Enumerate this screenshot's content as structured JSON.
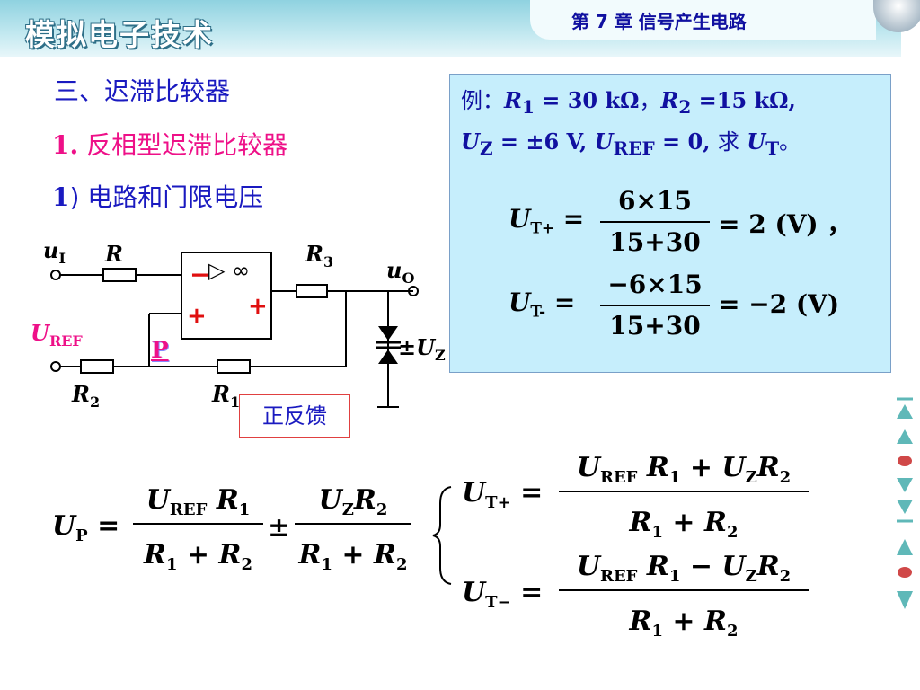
{
  "header": {
    "course_logo": "模拟电子技术",
    "chapter": "第 7 章    信号产生电路"
  },
  "headings": {
    "section": "三、迟滞比较器",
    "sub_num": "1.",
    "sub_text": " 反相型迟滞比较器",
    "item_num": "1",
    "item_text": ") 电路和门限电压"
  },
  "example": {
    "line1": "例：R1 = 30 kΩ，R2 =15 kΩ,",
    "line2": "UZ = ±6 V, UREF = 0,  求 UT。",
    "eq_ut_plus": {
      "lhs": "UT+",
      "num": "6×15",
      "den": "15+30",
      "result": "= 2 (V) ，"
    },
    "eq_ut_minus": {
      "lhs": "UT-",
      "num": "−6×15",
      "den": "15+30",
      "result": "= −2 (V)"
    }
  },
  "circuit": {
    "input_label": "uI",
    "input_resistor": "R",
    "output_label": "uO",
    "feedback_resistor": "R3",
    "ref_label": "UREF",
    "node_label": "P",
    "resistor_r2": "R2",
    "resistor_r1": "R1",
    "zener_label": "±UZ",
    "opamp_minus": "−",
    "opamp_plus": "+",
    "opamp_symbol": "▷ ∞",
    "feedback_note": "正反馈"
  },
  "formulas": {
    "up": {
      "lhs": "UP",
      "t1_num": "UREF R1",
      "t1_den": "R1 + R2",
      "op": "±",
      "t2_num": "UZ R2",
      "t2_den": "R1 + R2"
    },
    "ut_plus": {
      "lhs": "UT+",
      "num": "UREF R1 + UZ R2",
      "den": "R1 + R2"
    },
    "ut_minus": {
      "lhs": "UT−",
      "num": "UREF R1 − UZ R2",
      "den": "R1 + R2"
    }
  },
  "nav": {
    "icons": [
      "first-icon",
      "prev-icon",
      "home-icon",
      "next-icon",
      "last-icon",
      "back-icon",
      "dot-icon",
      "forward-icon"
    ]
  },
  "colors": {
    "heading_blue": "#1a1ac0",
    "accent_pink": "#ee1088",
    "example_bg": "#c6eefc",
    "nav_teal": "#5fb8b8"
  }
}
